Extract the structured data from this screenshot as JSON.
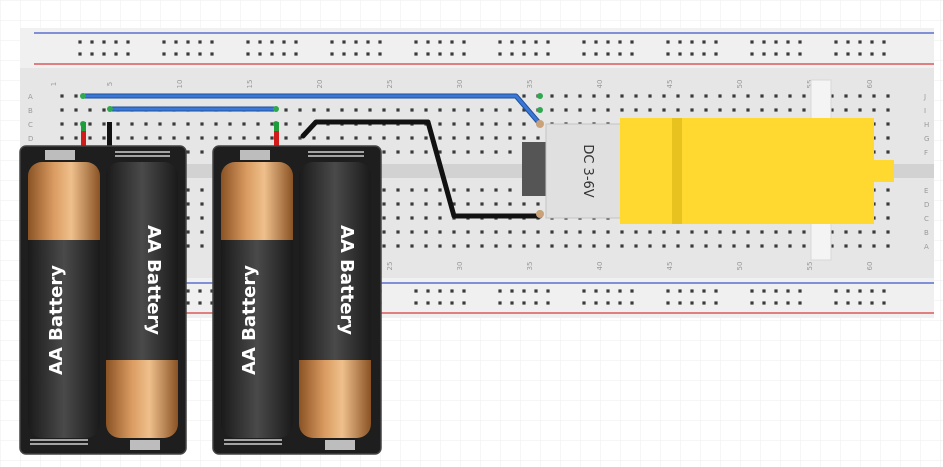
{
  "canvas": {
    "background": "#ffffff",
    "grid_color": "#eeeeee"
  },
  "breadboard": {
    "body_color": "#e6e6e6",
    "rail_color": "#f0f0f0",
    "hole_color": "#3a3a3a",
    "rail_top_blue": "#3c56c8",
    "rail_top_red": "#d23c3c",
    "row_labels_left": [
      "A",
      "B",
      "C",
      "D"
    ],
    "row_labels_right_top": [
      "J",
      "I",
      "H",
      "G",
      "F"
    ],
    "row_labels_right_bottom": [
      "E",
      "D",
      "C",
      "B",
      "A"
    ],
    "column_numbers_top": [
      "1",
      "5",
      "10",
      "15",
      "20",
      "25",
      "30",
      "35",
      "40",
      "45",
      "50",
      "55",
      "60"
    ],
    "column_numbers_bottom": [
      "25",
      "30",
      "35",
      "40",
      "45",
      "50",
      "55",
      "60"
    ]
  },
  "wires": {
    "colors": {
      "blue": "#3a78d8",
      "black": "#111111",
      "red_lead": "#d11b1b",
      "green_lead": "#1f9c3b",
      "endpoint_green": "#2fa84f"
    }
  },
  "battery_packs": [
    {
      "cells": [
        {
          "label": "AA Battery",
          "orientation": "up"
        },
        {
          "label": "AA Battery",
          "orientation": "down"
        }
      ]
    },
    {
      "cells": [
        {
          "label": "AA Battery",
          "orientation": "up"
        },
        {
          "label": "AA Battery",
          "orientation": "down"
        }
      ]
    }
  ],
  "motor": {
    "label": "DC 3-6V",
    "body_color": "#ffd92f",
    "end_cap_color": "#e0e0e0",
    "terminal_color": "#555555"
  }
}
